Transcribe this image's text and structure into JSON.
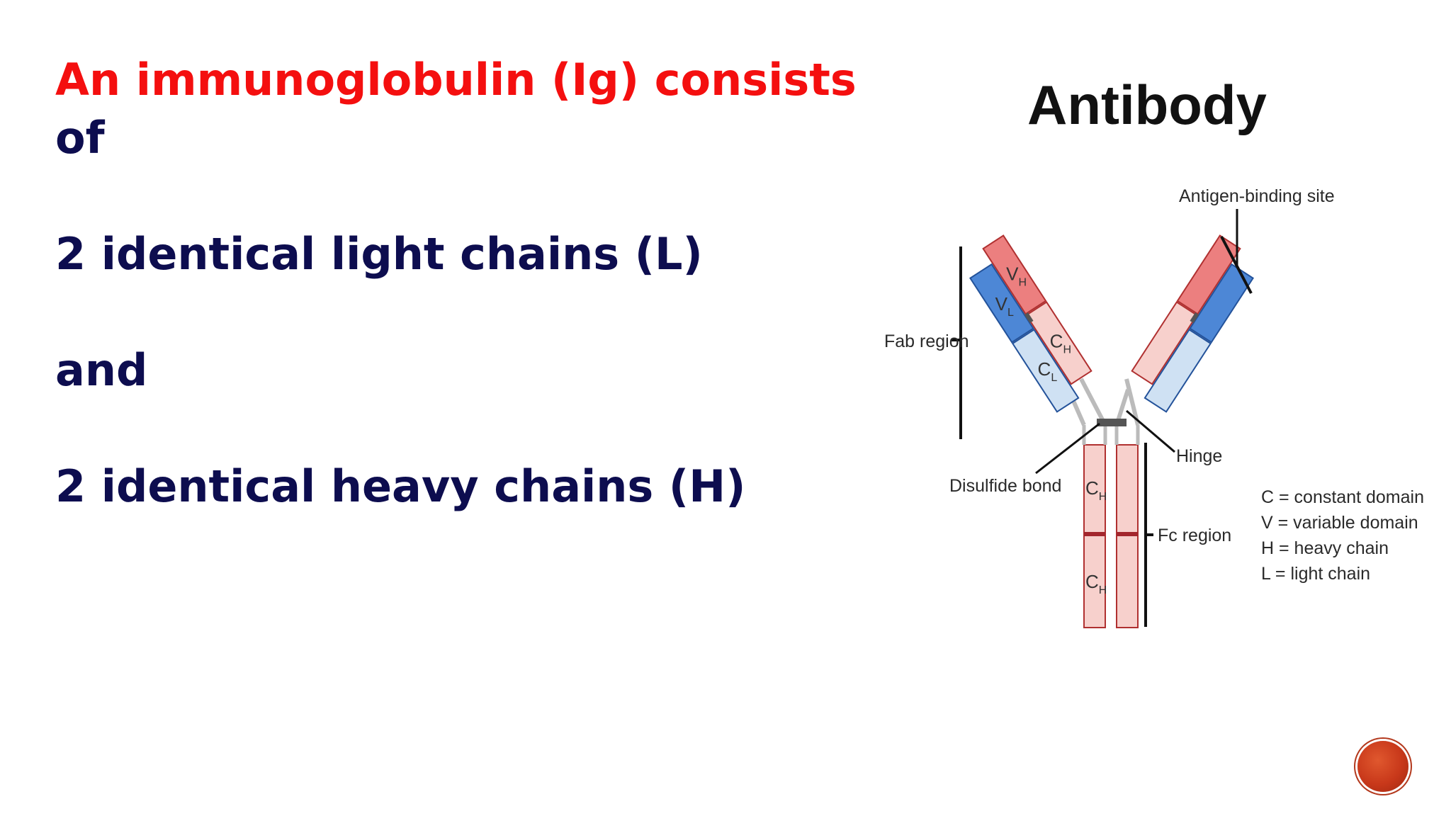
{
  "slide": {
    "heading": "An immunoglobulin (Ig) consists",
    "heading_cont": "of",
    "line_light": "2 identical light chains (L)",
    "line_and": "and",
    "line_heavy": "2 identical heavy chains (H)"
  },
  "diagram": {
    "title": "Antibody",
    "labels": {
      "antigen_binding_site": "Antigen-binding site",
      "fab_region": "Fab region",
      "hinge": "Hinge",
      "disulfide_bond": "Disulfide bond",
      "fc_region": "Fc region"
    },
    "domains": {
      "vh_main": "V",
      "vh_sub": "H",
      "vl_main": "V",
      "vl_sub": "L",
      "ch_main": "C",
      "ch_sub": "H",
      "cl_main": "C",
      "cl_sub": "L"
    },
    "legend": [
      "C = constant domain",
      "V = variable domain",
      "H = heavy chain",
      "L = light chain"
    ],
    "colors": {
      "heavy_variable": "#ec7f7f",
      "heavy_constant": "#f7d0cc",
      "light_variable": "#4d87d6",
      "light_constant": "#cfe1f3"
    }
  },
  "controls": {
    "nav_button_icon": "circle-button-icon"
  }
}
